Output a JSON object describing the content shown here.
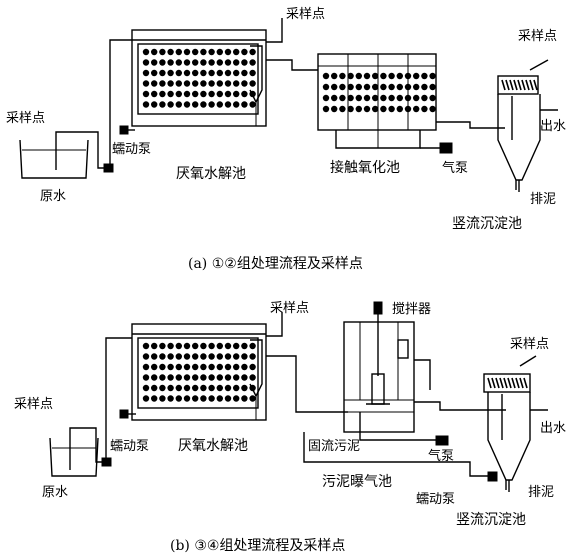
{
  "diagram_a": {
    "caption": "(a) ①②组处理流程及采样点",
    "labels": {
      "sample_point_tank": "采样点",
      "sample_point_raw": "采样点",
      "sample_point_clarifier": "采样点",
      "peristaltic_pump": "蠕动泵",
      "raw_water": "原水",
      "anaerobic_tank": "厌氧水解池",
      "contact_oxidation_tank": "接触氧化池",
      "air_pump": "气泵",
      "outlet_water": "出水",
      "sludge_discharge": "排泥",
      "vertical_clarifier": "竖流沉淀池"
    }
  },
  "diagram_b": {
    "caption": "(b) ③④组处理流程及采样点",
    "labels": {
      "sample_point_tank": "采样点",
      "mixer": "搅拌器",
      "sample_point_raw": "采样点",
      "sample_point_clarifier": "采样点",
      "peristaltic_pump": "蠕动泵",
      "anaerobic_tank": "厌氧水解池",
      "raw_water": "原水",
      "fixed_sludge": "固流污泥",
      "air_pump": "气泵",
      "outlet_water": "出水",
      "aeration_tank": "污泥曝气池",
      "peristaltic_pump_2": "蠕动泵",
      "sludge_discharge": "排泥",
      "vertical_clarifier": "竖流沉淀池"
    }
  }
}
